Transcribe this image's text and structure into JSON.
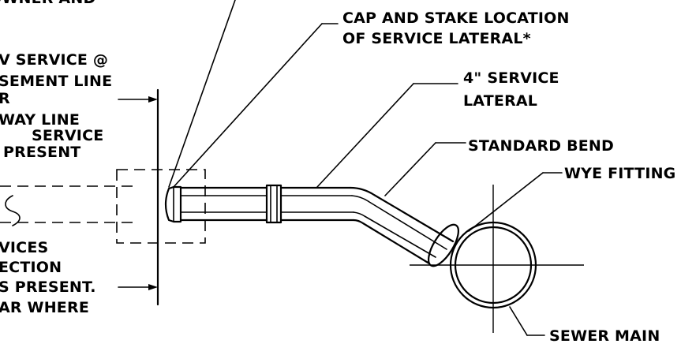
{
  "labels": {
    "top_partial": "OWNER AND",
    "cap_stake_line1": "CAP AND STAKE LOCATION",
    "cap_stake_line2": "OF SERVICE LATERAL*",
    "service_lateral_line1": "4\" SERVICE",
    "service_lateral_line2": "LATERAL",
    "standard_bend": "STANDARD BEND",
    "wye_fitting": "WYE FITTING",
    "sewer_main": "SEWER MAIN",
    "left_upper": [
      "V SERVICE @",
      "SEMENT LINE",
      "R",
      "WAY LINE",
      "SERVICE",
      "PRESENT"
    ],
    "left_lower": [
      "VICES",
      "ECTION",
      "S PRESENT.",
      "AR WHERE"
    ]
  }
}
